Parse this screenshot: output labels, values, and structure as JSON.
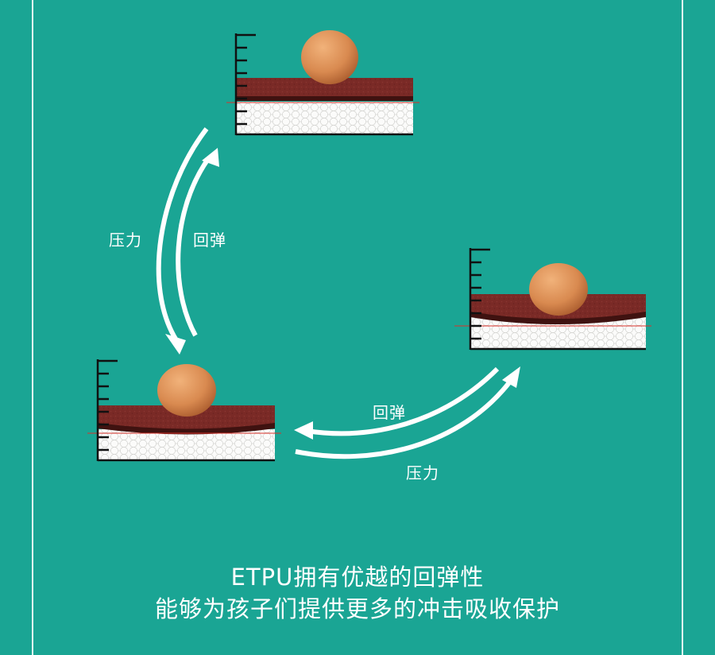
{
  "labels": {
    "pressure": "压力",
    "rebound": "回弹"
  },
  "caption": {
    "line1": "ETPU拥有优越的回弹性",
    "line2": "能够为孩子们提供更多的冲击吸收保护"
  },
  "colors": {
    "background": "#1aa594",
    "frame_line": "#e9f7f4",
    "arrow": "#ffffff",
    "carpet": "#7a2a26",
    "carpet_dark": "#3f1210",
    "foam": "#f4f4f2",
    "marker_line": "#d8322a",
    "egg": "#d98a50"
  }
}
